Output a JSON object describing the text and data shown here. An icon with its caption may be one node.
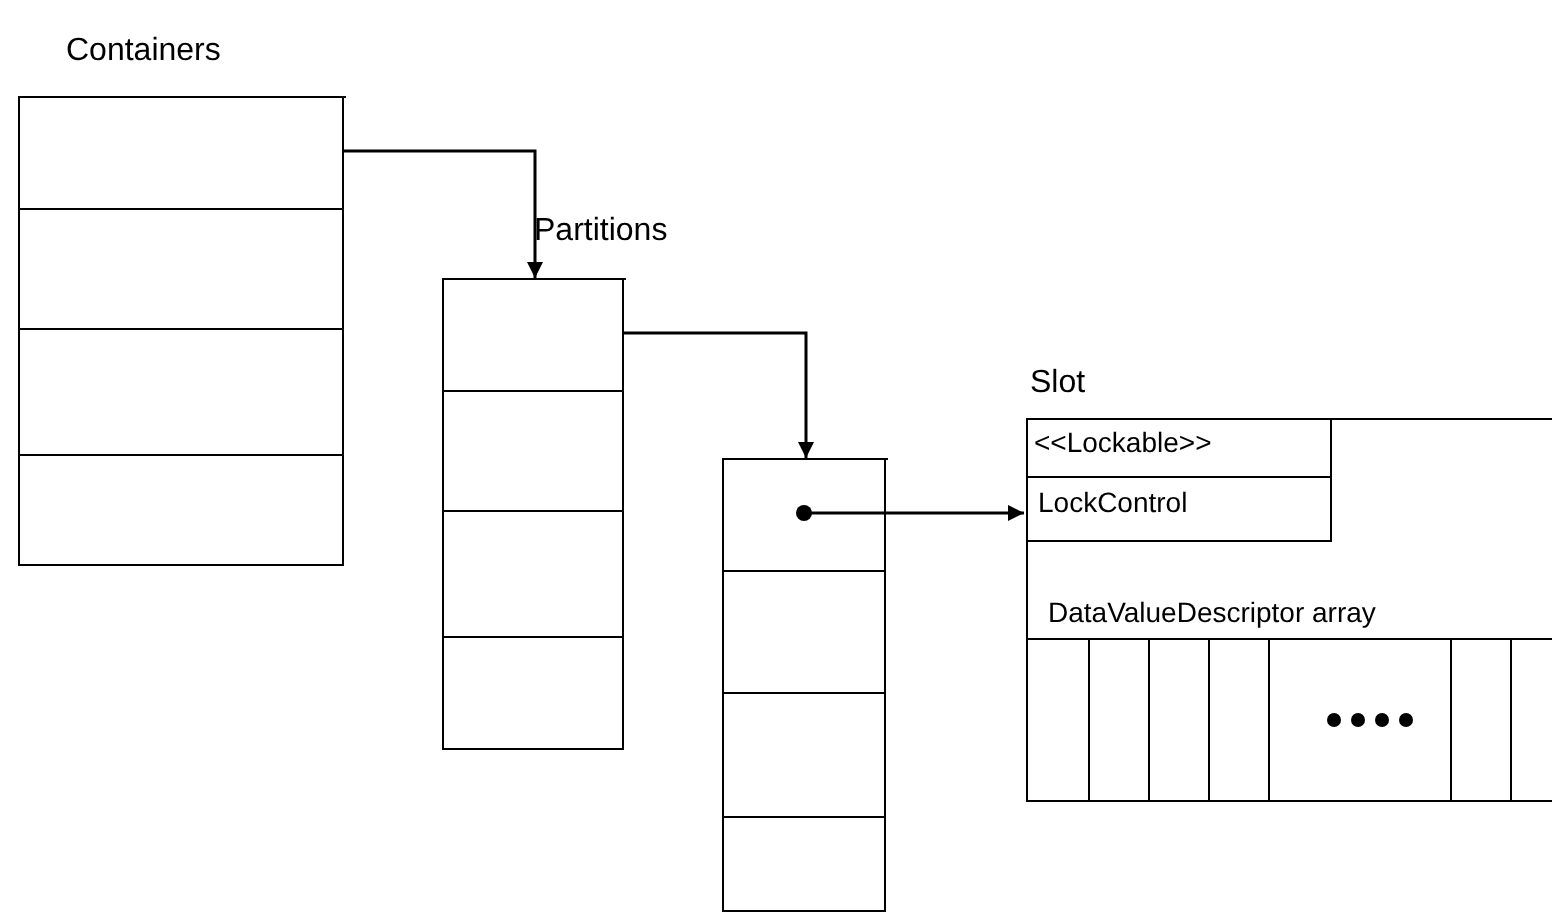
{
  "diagram": {
    "nodes": [
      {
        "text": [
          "Containers"
        ]
      },
      {
        "text": [],
        "shape": "box",
        "in": 0
      },
      {
        "text": [],
        "shape": "box",
        "in": 0
      },
      {
        "text": [],
        "shape": "box",
        "in": 0
      },
      {
        "text": [],
        "shape": "box",
        "in": 0
      },
      {
        "text": [
          "Partitions"
        ]
      },
      {
        "text": [],
        "shape": "box",
        "in": 5
      },
      {
        "text": [],
        "shape": "box",
        "in": 5
      },
      {
        "text": [],
        "shape": "box",
        "in": 5
      },
      {
        "text": [],
        "shape": "box",
        "in": 5
      },
      {
        "text": [],
        "shape": "box"
      },
      {
        "text": [],
        "shape": "box",
        "in": 10
      },
      {
        "text": [],
        "shape": "box",
        "in": 10
      },
      {
        "text": [],
        "shape": "box",
        "in": 10
      },
      {
        "text": [],
        "shape": "box",
        "in": 10
      },
      {
        "text": [
          "Slot",
          "DataValueDescriptor array"
        ]
      },
      {
        "text": [
          "<<Lockable>>",
          "LockControl"
        ],
        "in": 15
      },
      {
        "text": [],
        "shape": "box",
        "in": 15
      }
    ],
    "edges": [
      {
        "from": 1,
        "to": 5,
        "arrow": "to"
      },
      {
        "from": 6,
        "to": 10,
        "arrow": "to"
      },
      {
        "from": 11,
        "to": 16,
        "arrow": "to"
      }
    ]
  }
}
